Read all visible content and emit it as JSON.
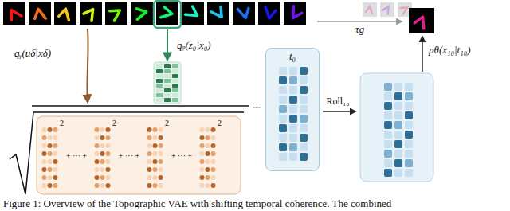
{
  "diagram": {
    "caption": "Figure 1: Overview of the Topographic VAE with shifting temporal coherence. The combined",
    "nodes": [
      {
        "text": [
          "t₀"
        ]
      }
    ],
    "labels": [
      "qᵧ(uδ|xδ)",
      "qᵩ(z₀|x₀)",
      "τg",
      "=",
      "Roll₁₀",
      "pθ(x₁₀|t₁₀)",
      "2",
      "+ ··· +",
      "2",
      "+ ··· +",
      "2",
      "+ ··· +",
      "2"
    ]
  }
}
